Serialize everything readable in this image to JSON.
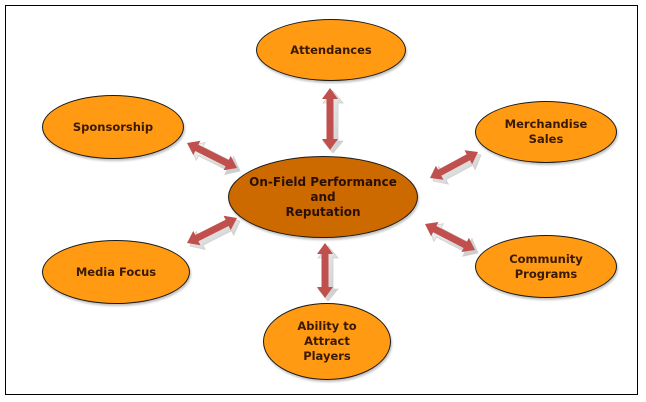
{
  "diagram": {
    "center": {
      "label": "On-Field Performance\nand\nReputation",
      "color": "#cc6a00"
    },
    "nodes": [
      {
        "id": "attendances",
        "label": "Attendances"
      },
      {
        "id": "sponsorship",
        "label": "Sponsorship"
      },
      {
        "id": "merchandise-sales",
        "label": "Merchandise\nSales"
      },
      {
        "id": "media-focus",
        "label": "Media Focus"
      },
      {
        "id": "community-programs",
        "label": "Community\nPrograms"
      },
      {
        "id": "ability-to-attract-players",
        "label": "Ability to\nAttract\nPlayers"
      }
    ],
    "node_color": "#ff9a12",
    "arrow_color": "#c0504d",
    "arrow_type": "bidirectional"
  }
}
